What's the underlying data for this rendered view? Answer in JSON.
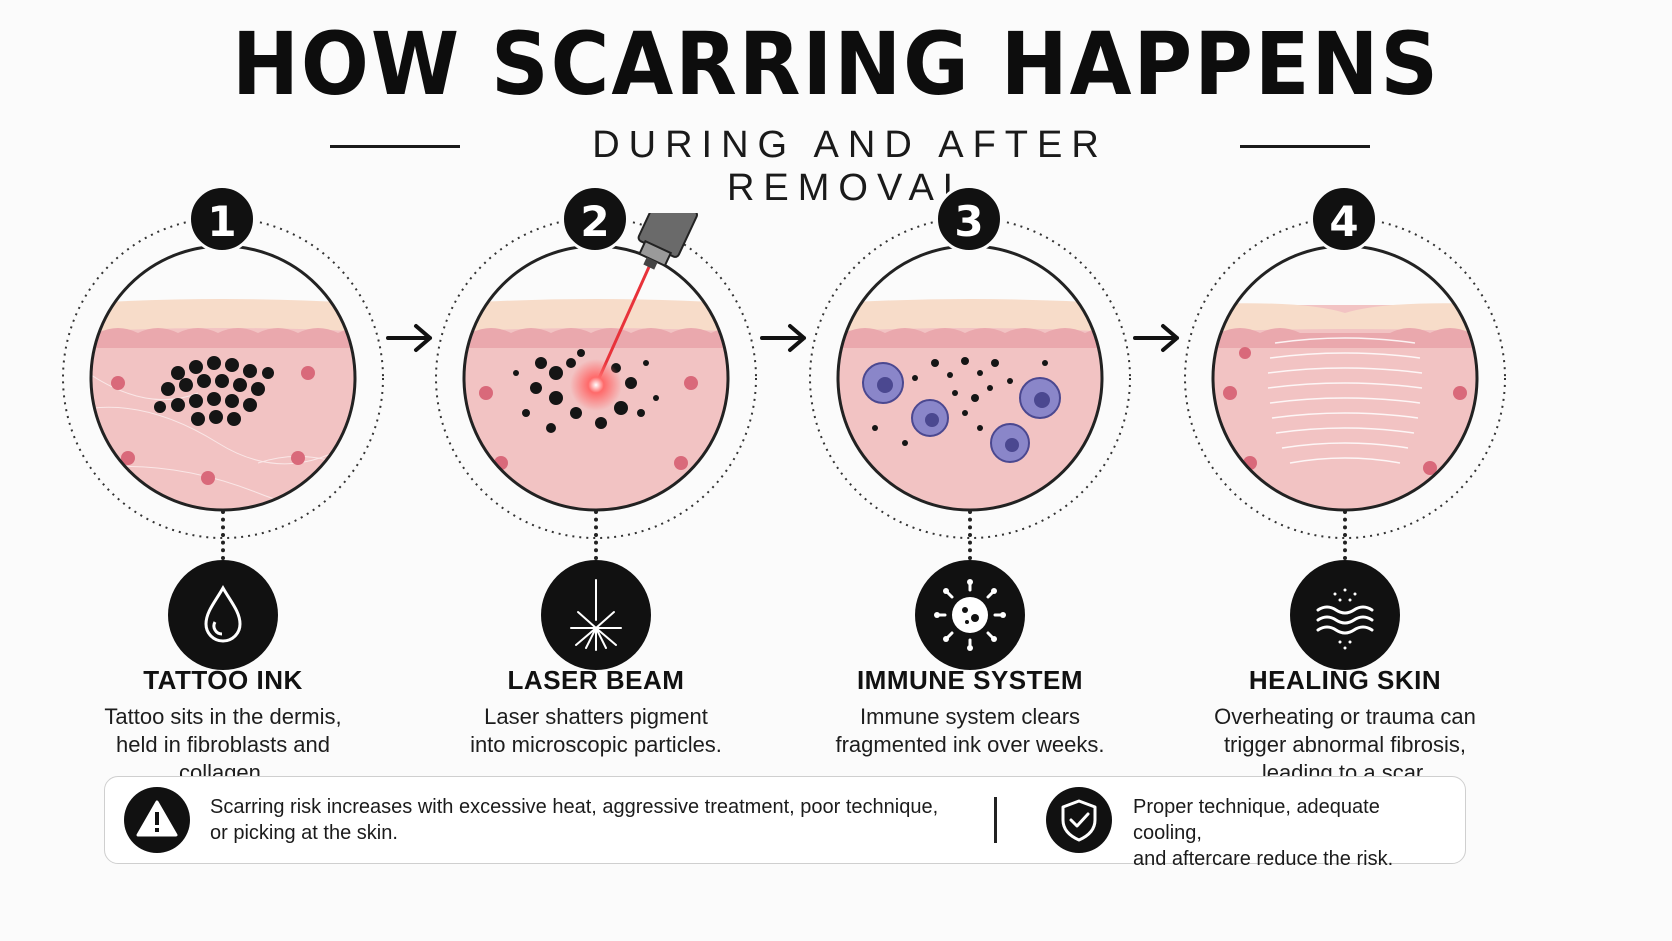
{
  "title": "HOW SCARRING HAPPENS",
  "subtitle": "DURING AND AFTER REMOVAL",
  "steps": [
    {
      "number": "1",
      "title": "TATTOO INK",
      "desc_lines": [
        "Tattoo sits in the dermis,",
        "held in fibroblasts and",
        "collagen."
      ],
      "icon": "ink-drop-icon"
    },
    {
      "number": "2",
      "title": "LASER BEAM",
      "desc_lines": [
        "Laser shatters pigment",
        "into microscopic particles."
      ],
      "icon": "laser-burst-icon"
    },
    {
      "number": "3",
      "title": "IMMUNE SYSTEM",
      "desc_lines": [
        "Immune system clears",
        "fragmented ink over weeks."
      ],
      "icon": "immune-cell-icon"
    },
    {
      "number": "4",
      "title": "HEALING SKIN",
      "desc_lines": [
        "Overheating or trauma can",
        "trigger abnormal fibrosis,",
        "leading to a scar."
      ],
      "icon": "scar-tissue-icon"
    }
  ],
  "footer": {
    "warning_lines": [
      "Scarring risk increases with excessive heat, aggressive treatment, poor technique,",
      "or picking at the skin."
    ],
    "warning_icon": "warning-icon",
    "safety_lines": [
      "Proper technique, adequate cooling,",
      "and aftercare reduce the risk."
    ],
    "safety_icon": "shield-check-icon"
  },
  "colors": {
    "skin_pink": "#f2c3c3",
    "epidermis": "#f7dcc9",
    "ink": "#111111",
    "laser": "#e8323a",
    "immune_cell": "#8a86c9",
    "fibroblast": "#d9697a"
  }
}
